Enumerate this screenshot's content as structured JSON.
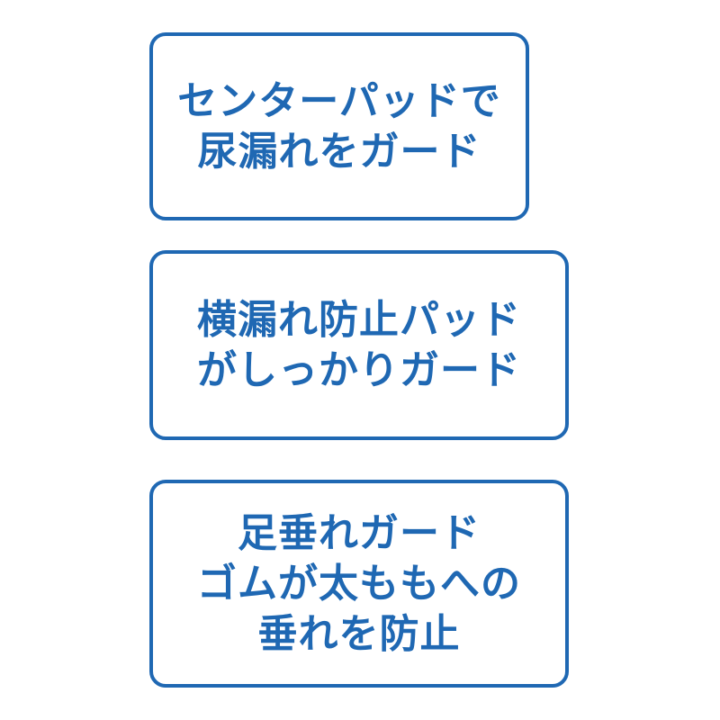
{
  "colors": {
    "accent": "#1f68b3",
    "background": "#ffffff"
  },
  "cards": [
    {
      "lines": [
        "センターパッドで",
        "尿漏れをガード"
      ]
    },
    {
      "lines": [
        "横漏れ防止パッド",
        "がしっかりガード"
      ]
    },
    {
      "lines": [
        "足垂れガード",
        "ゴムが太ももへの",
        "垂れを防止"
      ]
    }
  ]
}
